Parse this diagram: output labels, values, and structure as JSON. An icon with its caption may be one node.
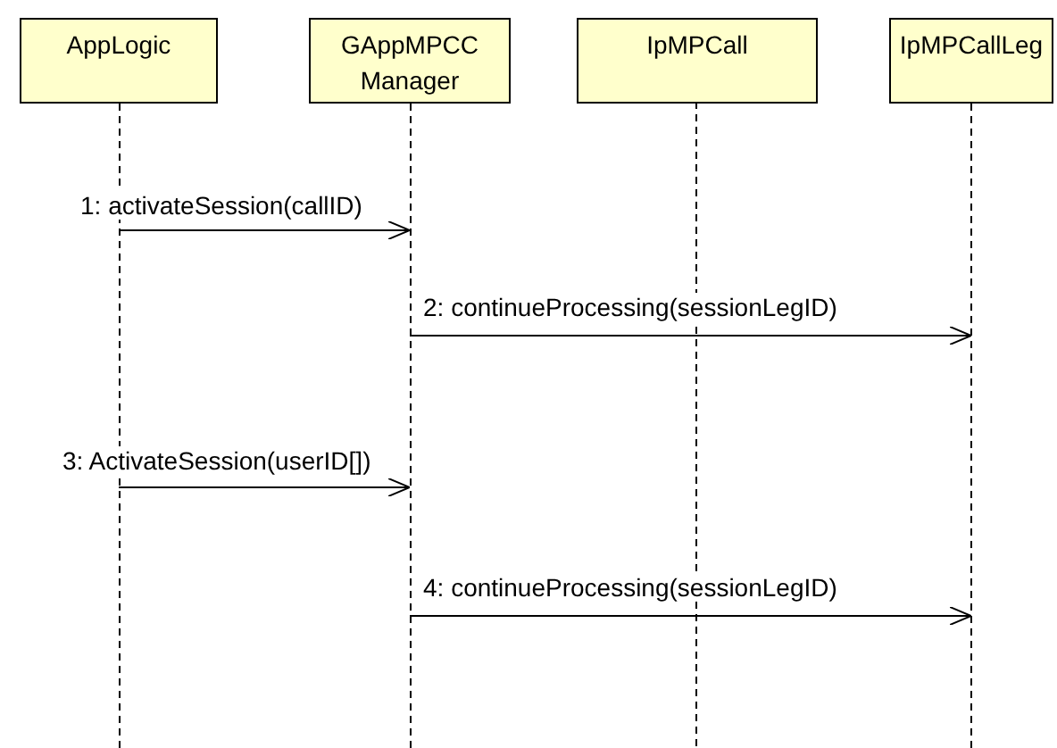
{
  "diagram": {
    "nodes": [
      {
        "text": [
          "AppLogic"
        ]
      },
      {
        "text": [
          "GAppMPCC Manager"
        ]
      },
      {
        "text": [
          "IpMPCall"
        ]
      },
      {
        "text": [
          "IpMPCallLeg"
        ]
      }
    ],
    "edges": [
      {
        "from": 0,
        "to": 1,
        "arrow": "to",
        "label": "1: activateSession(callID)"
      },
      {
        "from": 1,
        "to": 3,
        "arrow": "to",
        "label": "2: continueProcessing(sessionLegID)"
      },
      {
        "from": 0,
        "to": 1,
        "arrow": "to",
        "label": "3: ActivateSession(userID[])"
      },
      {
        "from": 1,
        "to": 3,
        "arrow": "to",
        "label": "4: continueProcessing(sessionLegID)"
      }
    ]
  }
}
